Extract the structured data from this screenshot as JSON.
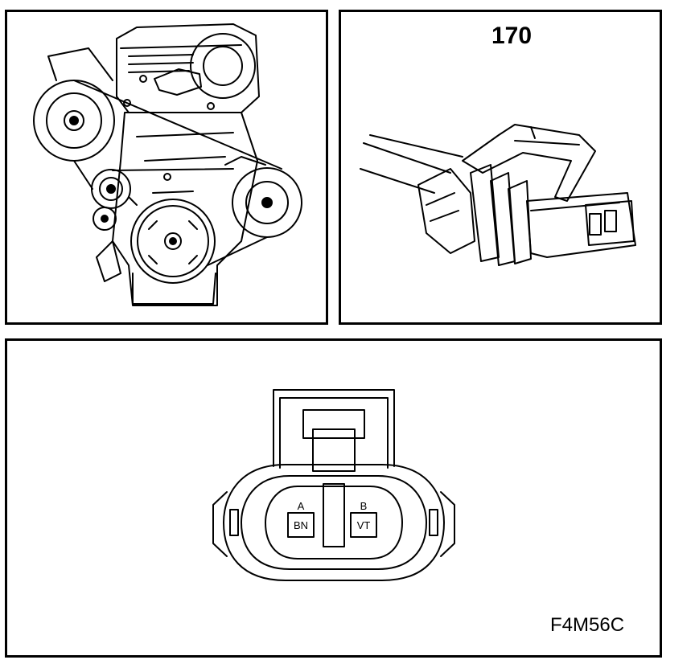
{
  "connector": {
    "ref_number": "170",
    "pins": [
      {
        "letter": "A",
        "color_code": "BN"
      },
      {
        "letter": "B",
        "color_code": "VT"
      }
    ]
  },
  "figure_code": "F4M56C"
}
